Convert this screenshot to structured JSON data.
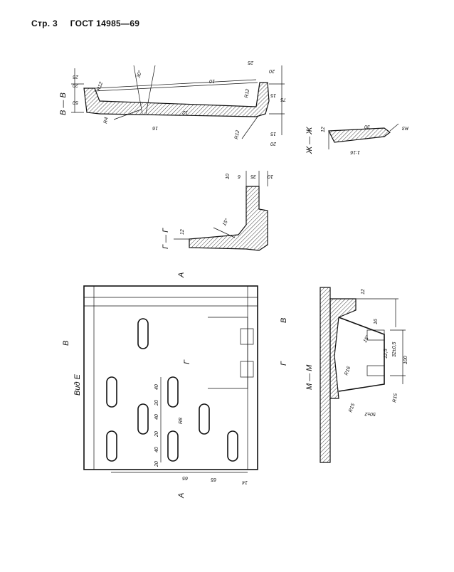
{
  "header": {
    "page": "Стр. 3",
    "standard": "ГОСТ 14985—69"
  },
  "sections": {
    "vv": {
      "label": "В — В",
      "dims": [
        "25",
        "20",
        "50",
        "R12",
        "30°",
        "10",
        "R12",
        "25",
        "20",
        "15",
        "75",
        "12",
        "R4",
        "16",
        "R12",
        "15",
        "20"
      ]
    },
    "zhzh": {
      "label": "Ж — Ж",
      "dims": [
        "12",
        "30",
        "R3",
        "1:16"
      ]
    },
    "gg": {
      "label": "Г — Г",
      "dims": [
        "10",
        "6",
        "35",
        "10",
        "12",
        "15°"
      ]
    },
    "plan": {
      "label": "Вид Е",
      "markers": [
        "А",
        "А",
        "В",
        "В",
        "Г",
        "Г"
      ],
      "dims": [
        "40",
        "20",
        "40",
        "20",
        "40",
        "20",
        "R8",
        "65",
        "65",
        "14"
      ]
    },
    "mm": {
      "label": "М — М",
      "dims": [
        "12",
        "16",
        "32±0,5",
        "12,5",
        "15°",
        "100",
        "R16",
        "R15",
        "50±2",
        "R15"
      ]
    }
  }
}
